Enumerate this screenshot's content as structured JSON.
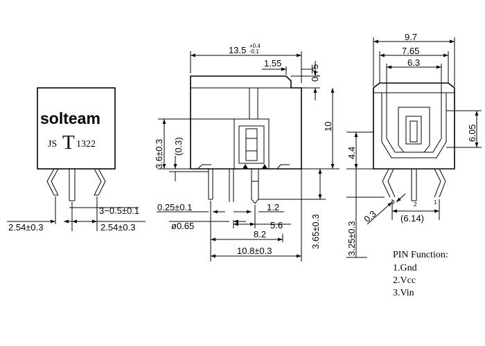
{
  "left_view": {
    "brand": "solteam",
    "model_js": "JS",
    "model_t": "T",
    "model_num": "1322",
    "dims": {
      "pin_spec": "3−0.5±0.1",
      "pitch_left": "2.54±0.3",
      "pitch_right": "2.54±0.3"
    }
  },
  "middle_view": {
    "dims": {
      "length_main": "13.5",
      "length_tol": "+0.4\n-0.1",
      "top_step": "1.55",
      "top_height": "0.75",
      "height": "10",
      "pin_offset": "3.6±0.3",
      "pin_ref": "(0.3)",
      "pin_thickness": "0.25±0.1",
      "pin_diameter": "ø0.65",
      "dim_1_2": "1.2",
      "dim_5_6": "5.6",
      "dim_8_2": "8.2",
      "base_length": "10.8±0.3",
      "pin_length": "3.65±0.3"
    }
  },
  "right_view": {
    "dims": {
      "width_outer": "9.7",
      "width_mid": "7.65",
      "width_inner": "6.3",
      "port_height": "6.05",
      "side_height": "4.4",
      "pin_len": "3.25±0.3",
      "pin_gap": "0.3",
      "pin_span": "(6.14)"
    },
    "pin_numbers": [
      "3",
      "2",
      "1"
    ]
  },
  "pin_function": {
    "title": "PIN Function:",
    "items": [
      "1.Gnd",
      "2.Vcc",
      "3.Vin"
    ]
  }
}
